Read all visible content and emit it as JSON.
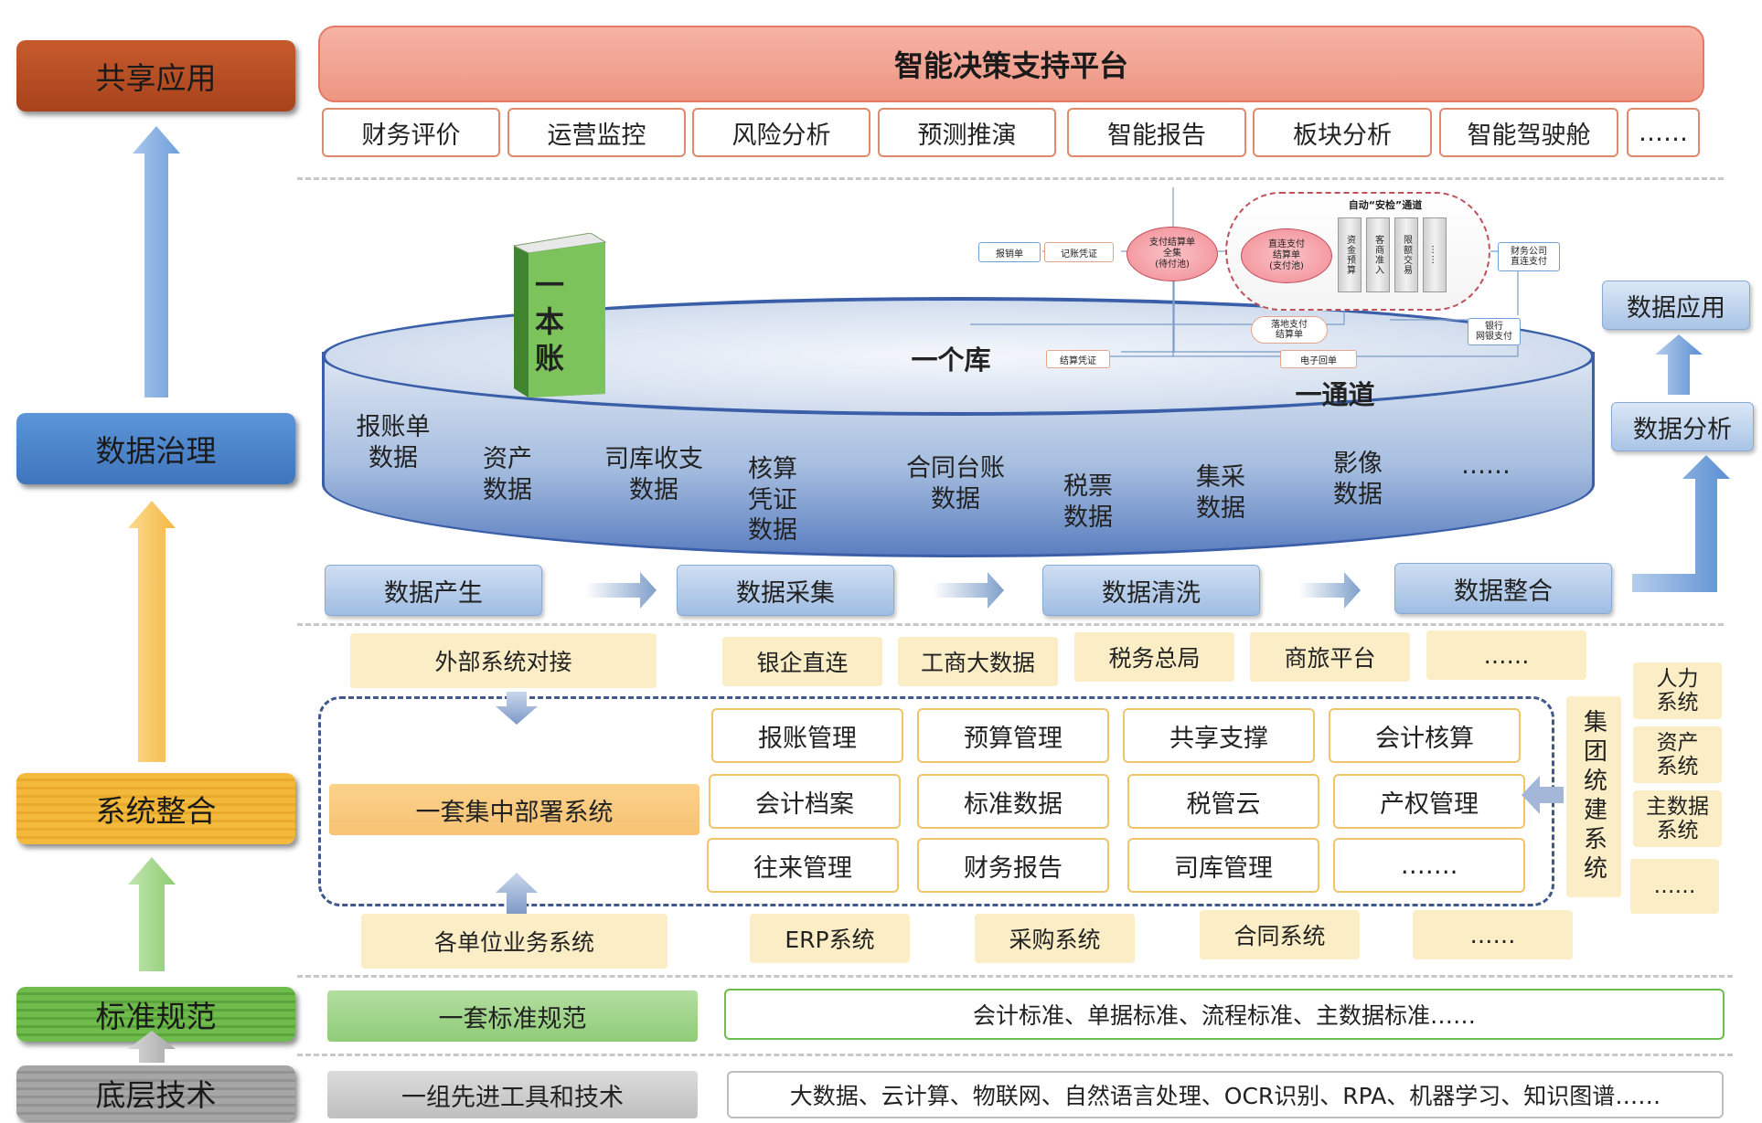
{
  "tiers": {
    "share": "共享应用",
    "governance": "数据治理",
    "integration": "系统整合",
    "standard": "标准规范",
    "base": "底层技术"
  },
  "platform": {
    "title": "智能决策支持平台",
    "apps": [
      "财务评价",
      "运营监控",
      "风险分析",
      "预测推演",
      "智能报告",
      "板块分析",
      "智能驾驶舱",
      "……"
    ]
  },
  "ledger": {
    "book_label": "一本账",
    "library_label": "一个库",
    "channel_label": "一通道",
    "categories": [
      "报账单\n数据",
      "资产\n数据",
      "司库收支\n数据",
      "核算\n凭证\n数据",
      "合同台账\n数据",
      "税票\n数据",
      "集采\n数据",
      "影像\n数据",
      "……"
    ]
  },
  "channel_flow": {
    "title": "自动“安检”通道",
    "nodes": {
      "claim": "报销单",
      "voucher": "记账凭证",
      "settle_pool": "支付结算单\n全集\n(待付池)",
      "direct_pool": "直连支付\n结算单\n(支付池)",
      "fin_company": "财务公司\n直连支付",
      "bank": "银行\n网银支付",
      "offline": "落地支付\n结算单",
      "settle_voucher": "结算凭证",
      "receipt": "电子回单"
    },
    "checks": [
      "资金预算",
      "客商准入",
      "限额交易",
      "……"
    ]
  },
  "right_side": {
    "data_app": "数据应用",
    "data_analysis": "数据分析"
  },
  "flow": [
    "数据产生",
    "数据采集",
    "数据清洗",
    "数据整合"
  ],
  "external": {
    "title": "外部系统对接",
    "items": [
      "银企直连",
      "工商大数据",
      "税务总局",
      "商旅平台",
      "……"
    ]
  },
  "central": {
    "title": "一套集中部署系统",
    "modules": [
      "报账管理",
      "预算管理",
      "共享支撑",
      "会计核算",
      "会计档案",
      "标准数据",
      "税管云",
      "产权管理",
      "往来管理",
      "财务报告",
      "司库管理",
      "……."
    ]
  },
  "group_systems": {
    "title": "集团统建系统",
    "items": [
      "人力\n系统",
      "资产\n系统",
      "主数据\n系统",
      "……"
    ]
  },
  "units": {
    "title": "各单位业务系统",
    "items": [
      "ERP系统",
      "采购系统",
      "合同系统",
      "……"
    ]
  },
  "standards": {
    "title": "一套标准规范",
    "detail": "会计标准、单据标准、流程标准、主数据标准……"
  },
  "tech": {
    "title": "一组先进工具和技术",
    "detail": "大数据、云计算、物联网、自然语言处理、OCR识别、RPA、机器学习、知识图谱……"
  },
  "colors": {
    "share": "#b94c20",
    "governance": "#4a82c8",
    "integration": "#f0b232",
    "standard": "#62ae44",
    "base": "#9e9e9e"
  }
}
